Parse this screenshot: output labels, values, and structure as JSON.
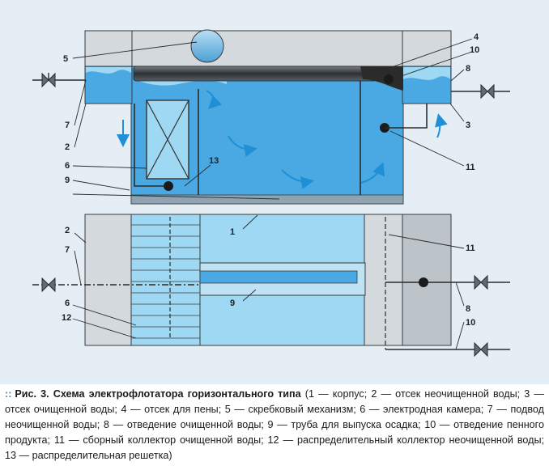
{
  "figure": {
    "labels": {
      "n1": "1",
      "n2": "2",
      "n3": "3",
      "n4": "4",
      "n5": "5",
      "n6": "6",
      "n7": "7",
      "n8": "8",
      "n9": "9",
      "n10": "10",
      "n11": "11",
      "n12": "12",
      "n13": "13"
    },
    "colors": {
      "panel_bg": "#e6eef5",
      "water": "#4aa9e2",
      "water_light": "#9fd8f3",
      "water_pale": "#c4e6f6",
      "compartment_gray": "#bcc3c9",
      "housing_gray": "#d4d9de",
      "pipe_dark": "#2b2b2b",
      "outline": "#3a3a3a"
    }
  },
  "caption": {
    "dots": "::",
    "title": "Рис. 3. Схема электрофлотатора горизонтального типа",
    "text": " (1 — корпус; 2 — отсек неочищенной воды; 3 — отсек очищенной воды; 4 — отсек для пены; 5 — скребковый механизм; 6 — электродная камера; 7 — подвод неочищенной воды; 8 — отведение очищенной воды; 9 — труба для выпуска осадка; 10 — отведение пенного продукта; 11 — сборный коллектор очищенной воды; 12 — распределительный коллектор неочищенной воды; 13 — распределительная решетка)"
  }
}
